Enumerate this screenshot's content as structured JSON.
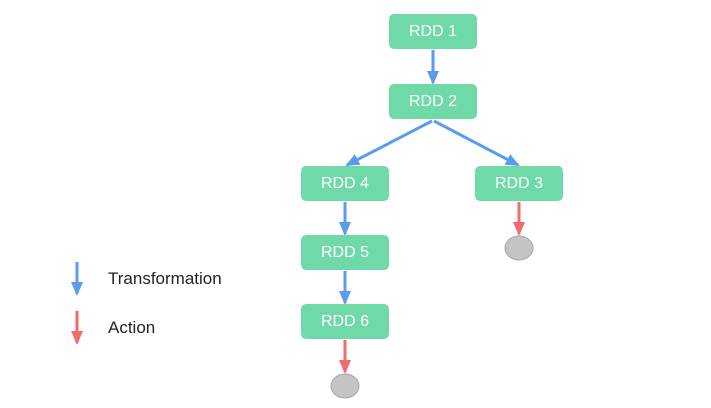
{
  "nodes": [
    {
      "id": "rdd1",
      "label": "RDD 1"
    },
    {
      "id": "rdd2",
      "label": "RDD 2"
    },
    {
      "id": "rdd3",
      "label": "RDD 3"
    },
    {
      "id": "rdd4",
      "label": "RDD 4"
    },
    {
      "id": "rdd5",
      "label": "RDD 5"
    },
    {
      "id": "rdd6",
      "label": "RDD 6"
    }
  ],
  "edges": [
    {
      "from": "rdd1",
      "to": "rdd2",
      "type": "transformation"
    },
    {
      "from": "rdd2",
      "to": "rdd4",
      "type": "transformation"
    },
    {
      "from": "rdd2",
      "to": "rdd3",
      "type": "transformation"
    },
    {
      "from": "rdd4",
      "to": "rdd5",
      "type": "transformation"
    },
    {
      "from": "rdd5",
      "to": "rdd6",
      "type": "transformation"
    },
    {
      "from": "rdd3",
      "to": "result",
      "type": "action"
    },
    {
      "from": "rdd6",
      "to": "result",
      "type": "action"
    }
  ],
  "legend": {
    "transformation_label": "Transformation",
    "action_label": "Action"
  },
  "colors": {
    "node_fill": "#6fd9a8",
    "node_text": "#ffffff",
    "transformation": "#5b9bed",
    "action": "#f06b6b",
    "result_fill": "#c4c4c4",
    "result_stroke": "#a6a6a6"
  }
}
